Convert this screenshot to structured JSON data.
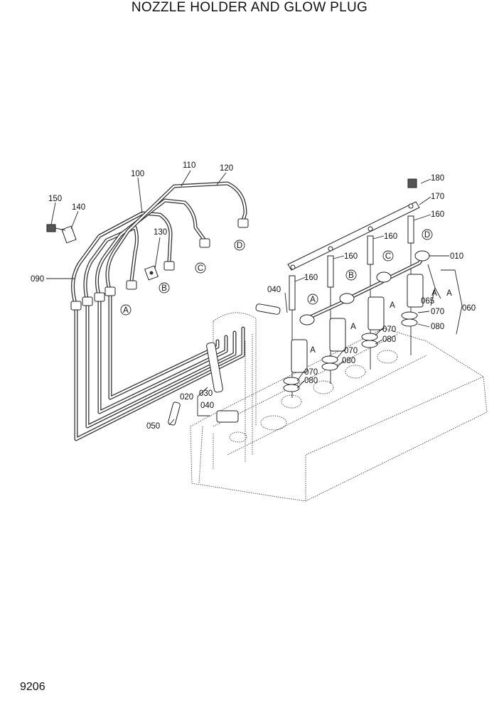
{
  "page": {
    "title": "NOZZLE HOLDER AND GLOW PLUG",
    "page_number": "9206"
  },
  "callouts": {
    "c010": "010",
    "c020": "020",
    "c030": "030",
    "c040a": "040",
    "c040b": "040",
    "c050": "050",
    "c060": "060",
    "c065": "065",
    "c070a": "070",
    "c070b": "070",
    "c070c": "070",
    "c070d": "070",
    "c080a": "080",
    "c080b": "080",
    "c080c": "080",
    "c080d": "080",
    "c090": "090",
    "c100": "100",
    "c110": "110",
    "c120": "120",
    "c130": "130",
    "c140": "140",
    "c150": "150",
    "c160a": "160",
    "c160b": "160",
    "c160c": "160",
    "c160d": "160",
    "c170": "170",
    "c180": "180"
  },
  "markers": {
    "pipe_a": "A",
    "pipe_b": "B",
    "pipe_c": "C",
    "pipe_d": "D",
    "inj_a": "A",
    "inj_b": "B",
    "inj_c": "C",
    "inj_d": "D",
    "nozzle_a1": "A",
    "nozzle_a2": "A",
    "nozzle_a3": "A",
    "nozzle_a4": "A",
    "group_a": "A"
  }
}
